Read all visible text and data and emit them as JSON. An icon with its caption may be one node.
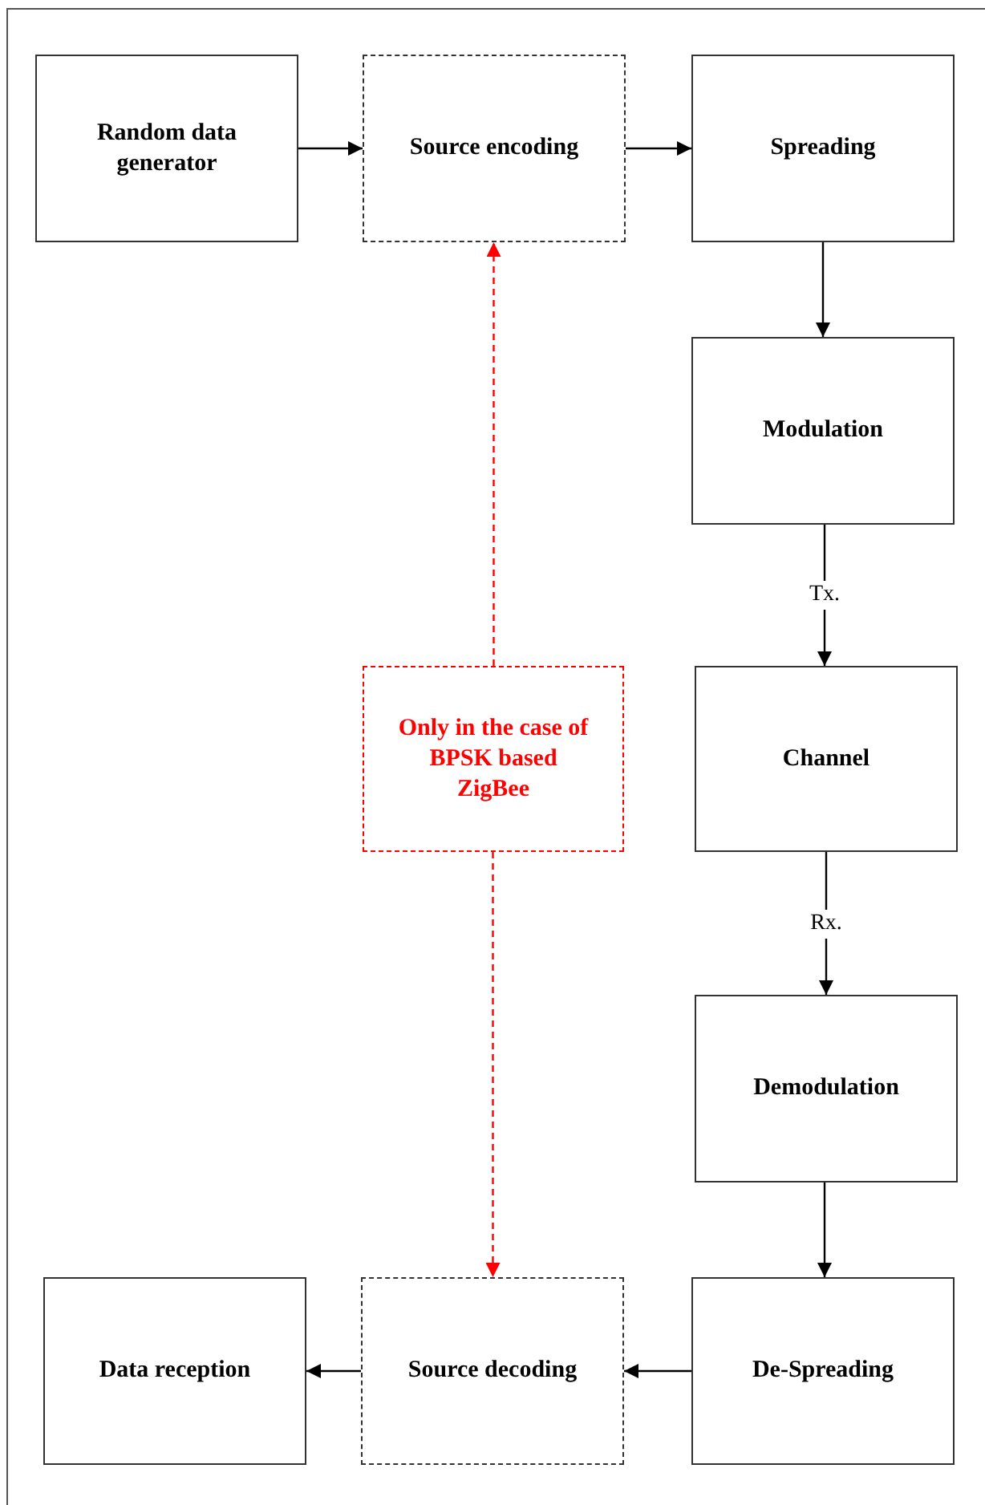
{
  "diagram": {
    "nodes": [
      {
        "text": [
          "Random data generator"
        ]
      },
      {
        "text": [
          "Source encoding"
        ]
      },
      {
        "text": [
          "Spreading"
        ]
      },
      {
        "text": [
          "Modulation"
        ]
      },
      {
        "text": [
          "Channel"
        ]
      },
      {
        "text": [
          "Demodulation"
        ]
      },
      {
        "text": [
          "De-Spreading"
        ]
      },
      {
        "text": [
          "Source decoding"
        ]
      },
      {
        "text": [
          "Data reception"
        ]
      },
      {
        "text": [
          "Only in the case of BPSK based ZigBee"
        ]
      }
    ],
    "edges": [
      {
        "from": 0,
        "to": 1,
        "arrow": "to"
      },
      {
        "from": 1,
        "to": 2,
        "arrow": "to"
      },
      {
        "from": 2,
        "to": 3,
        "arrow": "to"
      },
      {
        "from": 3,
        "to": 4,
        "arrow": "to",
        "label": "Tx."
      },
      {
        "from": 4,
        "to": 5,
        "arrow": "to",
        "label": "Rx."
      },
      {
        "from": 5,
        "to": 6,
        "arrow": "to"
      },
      {
        "from": 6,
        "to": 7,
        "arrow": "to"
      },
      {
        "from": 7,
        "to": 8,
        "arrow": "to"
      },
      {
        "from": 9,
        "to": 1,
        "arrow": "to",
        "style": "dashed",
        "color": "#ff0000"
      },
      {
        "from": 9,
        "to": 7,
        "arrow": "to",
        "style": "dashed",
        "color": "#ff0000"
      }
    ]
  }
}
